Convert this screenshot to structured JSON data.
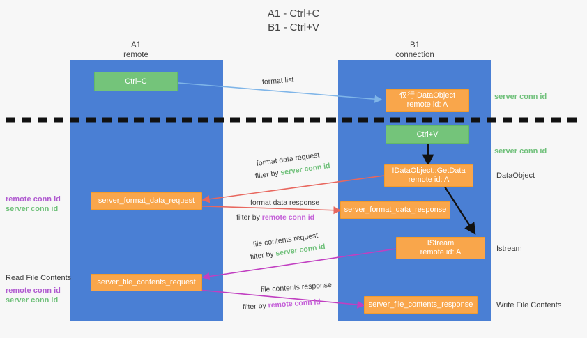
{
  "title": {
    "line1": "A1 - Ctrl+C",
    "line2": "B1 - Ctrl+V"
  },
  "columns": [
    {
      "name": "A1",
      "sub": "remote"
    },
    {
      "name": "B1",
      "sub": "connection"
    }
  ],
  "boxes": {
    "ctrl_c": {
      "label": "Ctrl+C"
    },
    "ctrl_v": {
      "label": "Ctrl+V"
    },
    "idataobject": {
      "line1": "仅行IDataObject",
      "line2": "remote id: A"
    },
    "getdata": {
      "line1": "IDataObject::GetData",
      "line2": "remote id: A"
    },
    "istream": {
      "line1": "IStream",
      "line2": "remote id: A"
    },
    "format_data_request": {
      "label": "server_format_data_request"
    },
    "format_data_response": {
      "label": "server_format_data_response"
    },
    "file_contents_request": {
      "label": "server_file_contents_request"
    },
    "file_contents_response": {
      "label": "server_file_contents_response"
    }
  },
  "captions": {
    "format_list": "format list",
    "format_data_request": "format data request",
    "format_data_request_filter_prefix": "filter by ",
    "format_data_request_filter_value": "server conn id",
    "format_data_response": "format data response",
    "format_data_response_filter_prefix": "filter by ",
    "format_data_response_filter_value": "remote conn id",
    "file_contents_request": "file contents request",
    "file_contents_request_filter_prefix": "filter by ",
    "file_contents_request_filter_value": "server conn id",
    "file_contents_response": "file contents response",
    "file_contents_response_filter_prefix": "filter by ",
    "file_contents_response_filter_value": "remote conn id"
  },
  "right_labels": {
    "server_conn_id_top": "server conn id",
    "server_conn_id_mid": "server conn id",
    "dataobject": "DataObject",
    "istream": "Istream",
    "write_file_contents": "Write File Contents"
  },
  "left_labels": {
    "remote_conn_id_1": "remote conn id",
    "server_conn_id_1": "server conn id",
    "read_file_contents": "Read File Contents",
    "remote_conn_id_2": "remote conn id",
    "server_conn_id_2": "server conn id"
  },
  "colors": {
    "lane": "#4a7fd4",
    "box_orange": "#f9a64b",
    "box_green": "#74c47a",
    "green_text": "#6fc07a",
    "purple_text": "#b05ad0",
    "magenta_arrow": "#c13fc1",
    "red_arrow": "#e8675e",
    "blue_arrow": "#7fb5e8",
    "black_arrow": "#111111",
    "background": "#f7f7f7"
  }
}
